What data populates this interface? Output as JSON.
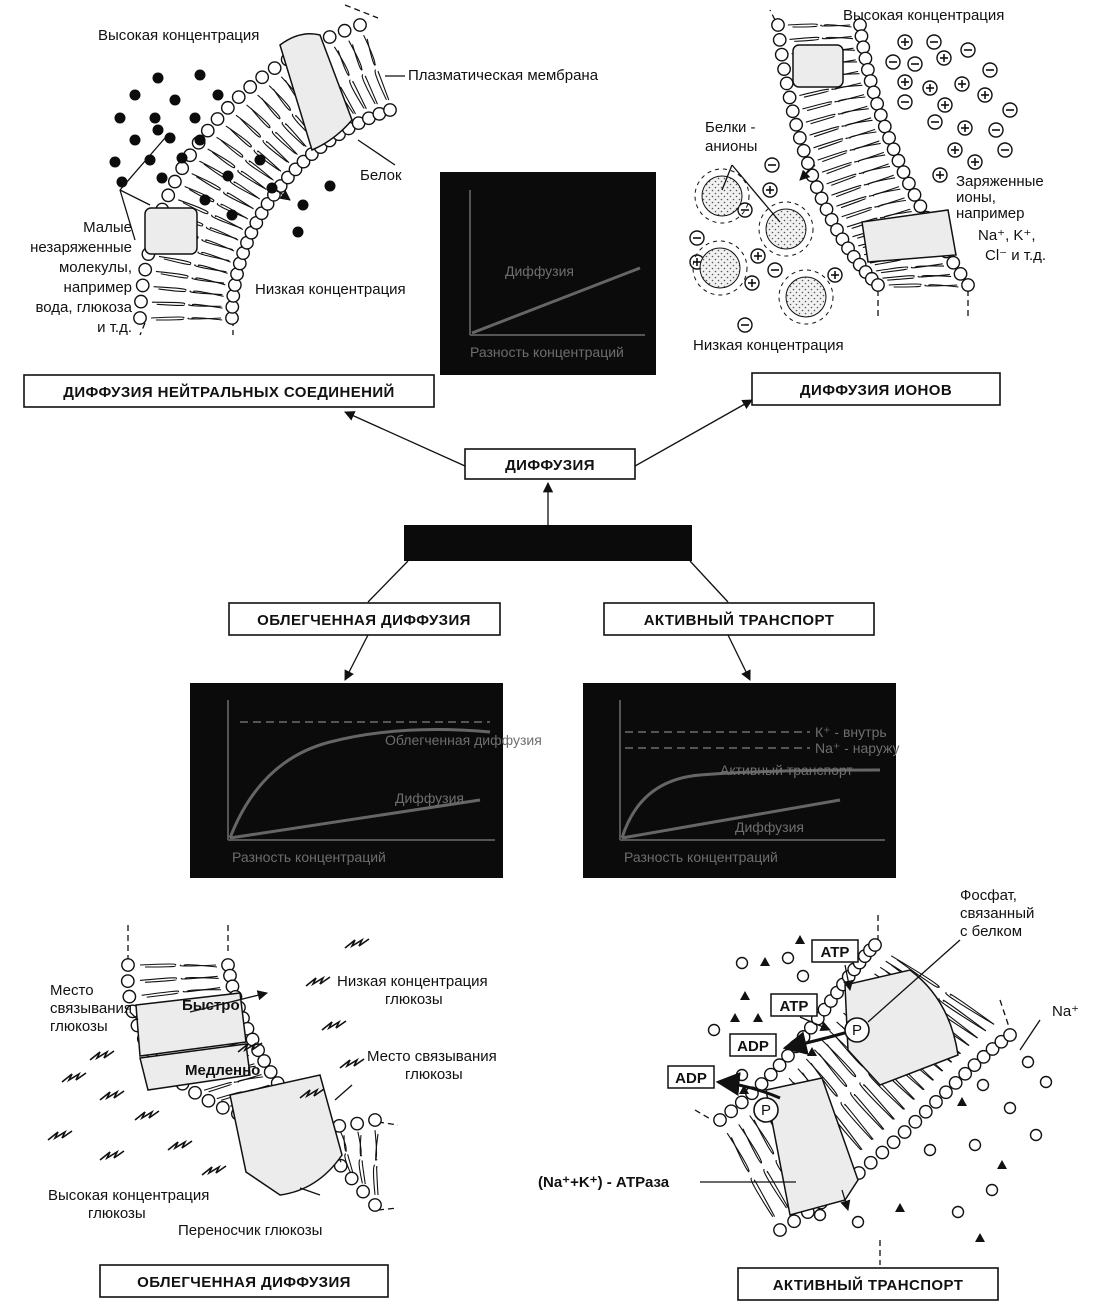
{
  "center": {
    "diffusion": "ДИФФУЗИЯ",
    "facilitated": "ОБЛЕГЧЕННАЯ ДИФФУЗИЯ",
    "active": "АКТИВНЫЙ ТРАНСПОРТ"
  },
  "neutral": {
    "title": "ДИФФУЗИЯ НЕЙТРАЛЬНЫХ СОЕДИНЕНИЙ",
    "high_conc": "Высокая концентрация",
    "plasma_membrane": "Плазматическая мембрана",
    "protein": "Белок",
    "small_molecules": [
      "Малые",
      "незаряженные",
      "молекулы,",
      "например",
      "вода, глюкоза",
      "и т.д."
    ],
    "low_conc": "Низкая концентрация",
    "graph_curve": "Диффузия",
    "graph_x": "Разность концентраций"
  },
  "ions": {
    "title": "ДИФФУЗИЯ ИОНОВ",
    "high_conc": "Высокая концентрация",
    "protein_anions": [
      "Белки -",
      "анионы"
    ],
    "charged_ions": [
      "Заряженные",
      "ионы,",
      "например",
      "Na⁺, K⁺,",
      "Cl⁻ и т.д."
    ],
    "low_conc": "Низкая концентрация"
  },
  "facilitated_panel": {
    "title": "ОБЛЕГЧЕННАЯ ДИФФУЗИЯ",
    "binding_site_left": [
      "Место",
      "связывания",
      "глюкозы"
    ],
    "fast": "Быстро",
    "slow": "Медленно",
    "low_glucose": [
      "Низкая концентрация",
      "глюкозы"
    ],
    "binding_site_right": [
      "Место связывания",
      "глюкозы"
    ],
    "high_glucose": [
      "Высокая концентрация",
      "глюкозы"
    ],
    "carrier": "Переносчик глюкозы",
    "graph_curve_1": "Облегченная диффузия",
    "graph_curve_2": "Диффузия",
    "graph_x": "Разность концентраций"
  },
  "active_panel": {
    "title": "АКТИВНЫЙ ТРАНСПОРТ",
    "phosphate": [
      "Фосфат,",
      "связанный",
      "с белком"
    ],
    "atp_1": "ATP",
    "atp_2": "ATP",
    "adp_1": "ADP",
    "adp_2": "ADP",
    "na": "Na⁺",
    "atpase": "(Na⁺+K⁺) - АТРаза",
    "p_1": "P",
    "p_2": "P",
    "graph_line_1": "К⁺ - внутрь",
    "graph_line_2": "Na⁺ - наружу",
    "graph_curve_1": "Активный транспорт",
    "graph_curve_2": "Диффузия",
    "graph_x": "Разность концентраций"
  }
}
